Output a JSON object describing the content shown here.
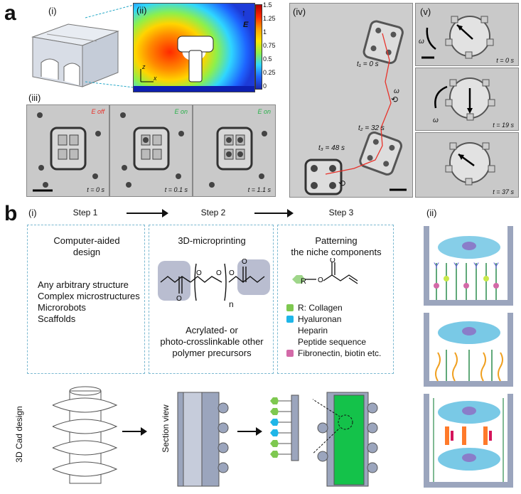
{
  "panel_a": {
    "letter": "a",
    "sub_i": "(i)",
    "sub_ii": "(ii)",
    "sub_iii": "(iii)",
    "sub_iv": "(iv)",
    "sub_v": "(v)",
    "colorbar": {
      "ticks": [
        "1.5",
        "1.25",
        "1",
        "0.75",
        "0.5",
        "0.25",
        "0"
      ],
      "field_label": "E",
      "axis_z": "z",
      "axis_x": "x"
    },
    "iii_frames": [
      {
        "state": "E off",
        "state_color": "#e8322a",
        "time": "t = 0 s"
      },
      {
        "state": "E on",
        "state_color": "#2bb24c",
        "time": "t = 0.1 s"
      },
      {
        "state": "E on",
        "state_color": "#2bb24c",
        "time": "t = 1.1 s"
      }
    ],
    "iv_labels": {
      "t1": "t₁ = 0 s",
      "t2": "t₂ = 32 s",
      "t3": "t₃ = 48 s",
      "omega": "ω"
    },
    "v_frames": [
      {
        "time": "t = 0 s"
      },
      {
        "time": "t = 19 s"
      },
      {
        "time": "t = 37 s"
      }
    ],
    "v_omega": "ω"
  },
  "panel_b": {
    "letter": "b",
    "sub_i": "(i)",
    "sub_ii": "(ii)",
    "steps": [
      "Step 1",
      "Step 2",
      "Step 3"
    ],
    "box1": {
      "title": "Computer-aided\ndesign",
      "items": [
        "Any arbitrary structure",
        "Complex microstructures",
        "Microrobots",
        "Scaffolds"
      ]
    },
    "box2": {
      "title": "3D-microprinting",
      "subscript_n": "n",
      "caption": "Acrylated- or\nphoto-crosslinkable other\npolymer precursors"
    },
    "box3": {
      "title": "Patterning\nthe niche components",
      "r_label": "R",
      "legend": [
        {
          "text": "R: Collagen",
          "color": "#7ec850"
        },
        {
          "text": "Hyaluronan",
          "color": "#1fb6e8"
        },
        {
          "text": "Heparin",
          "color": ""
        },
        {
          "text": "Peptide sequence",
          "color": ""
        },
        {
          "text": "Fibronectin, biotin etc.",
          "color": "#d36aa8"
        }
      ]
    },
    "bottom": {
      "cad_label": "3D Cad design",
      "section_label": "Section view"
    }
  }
}
